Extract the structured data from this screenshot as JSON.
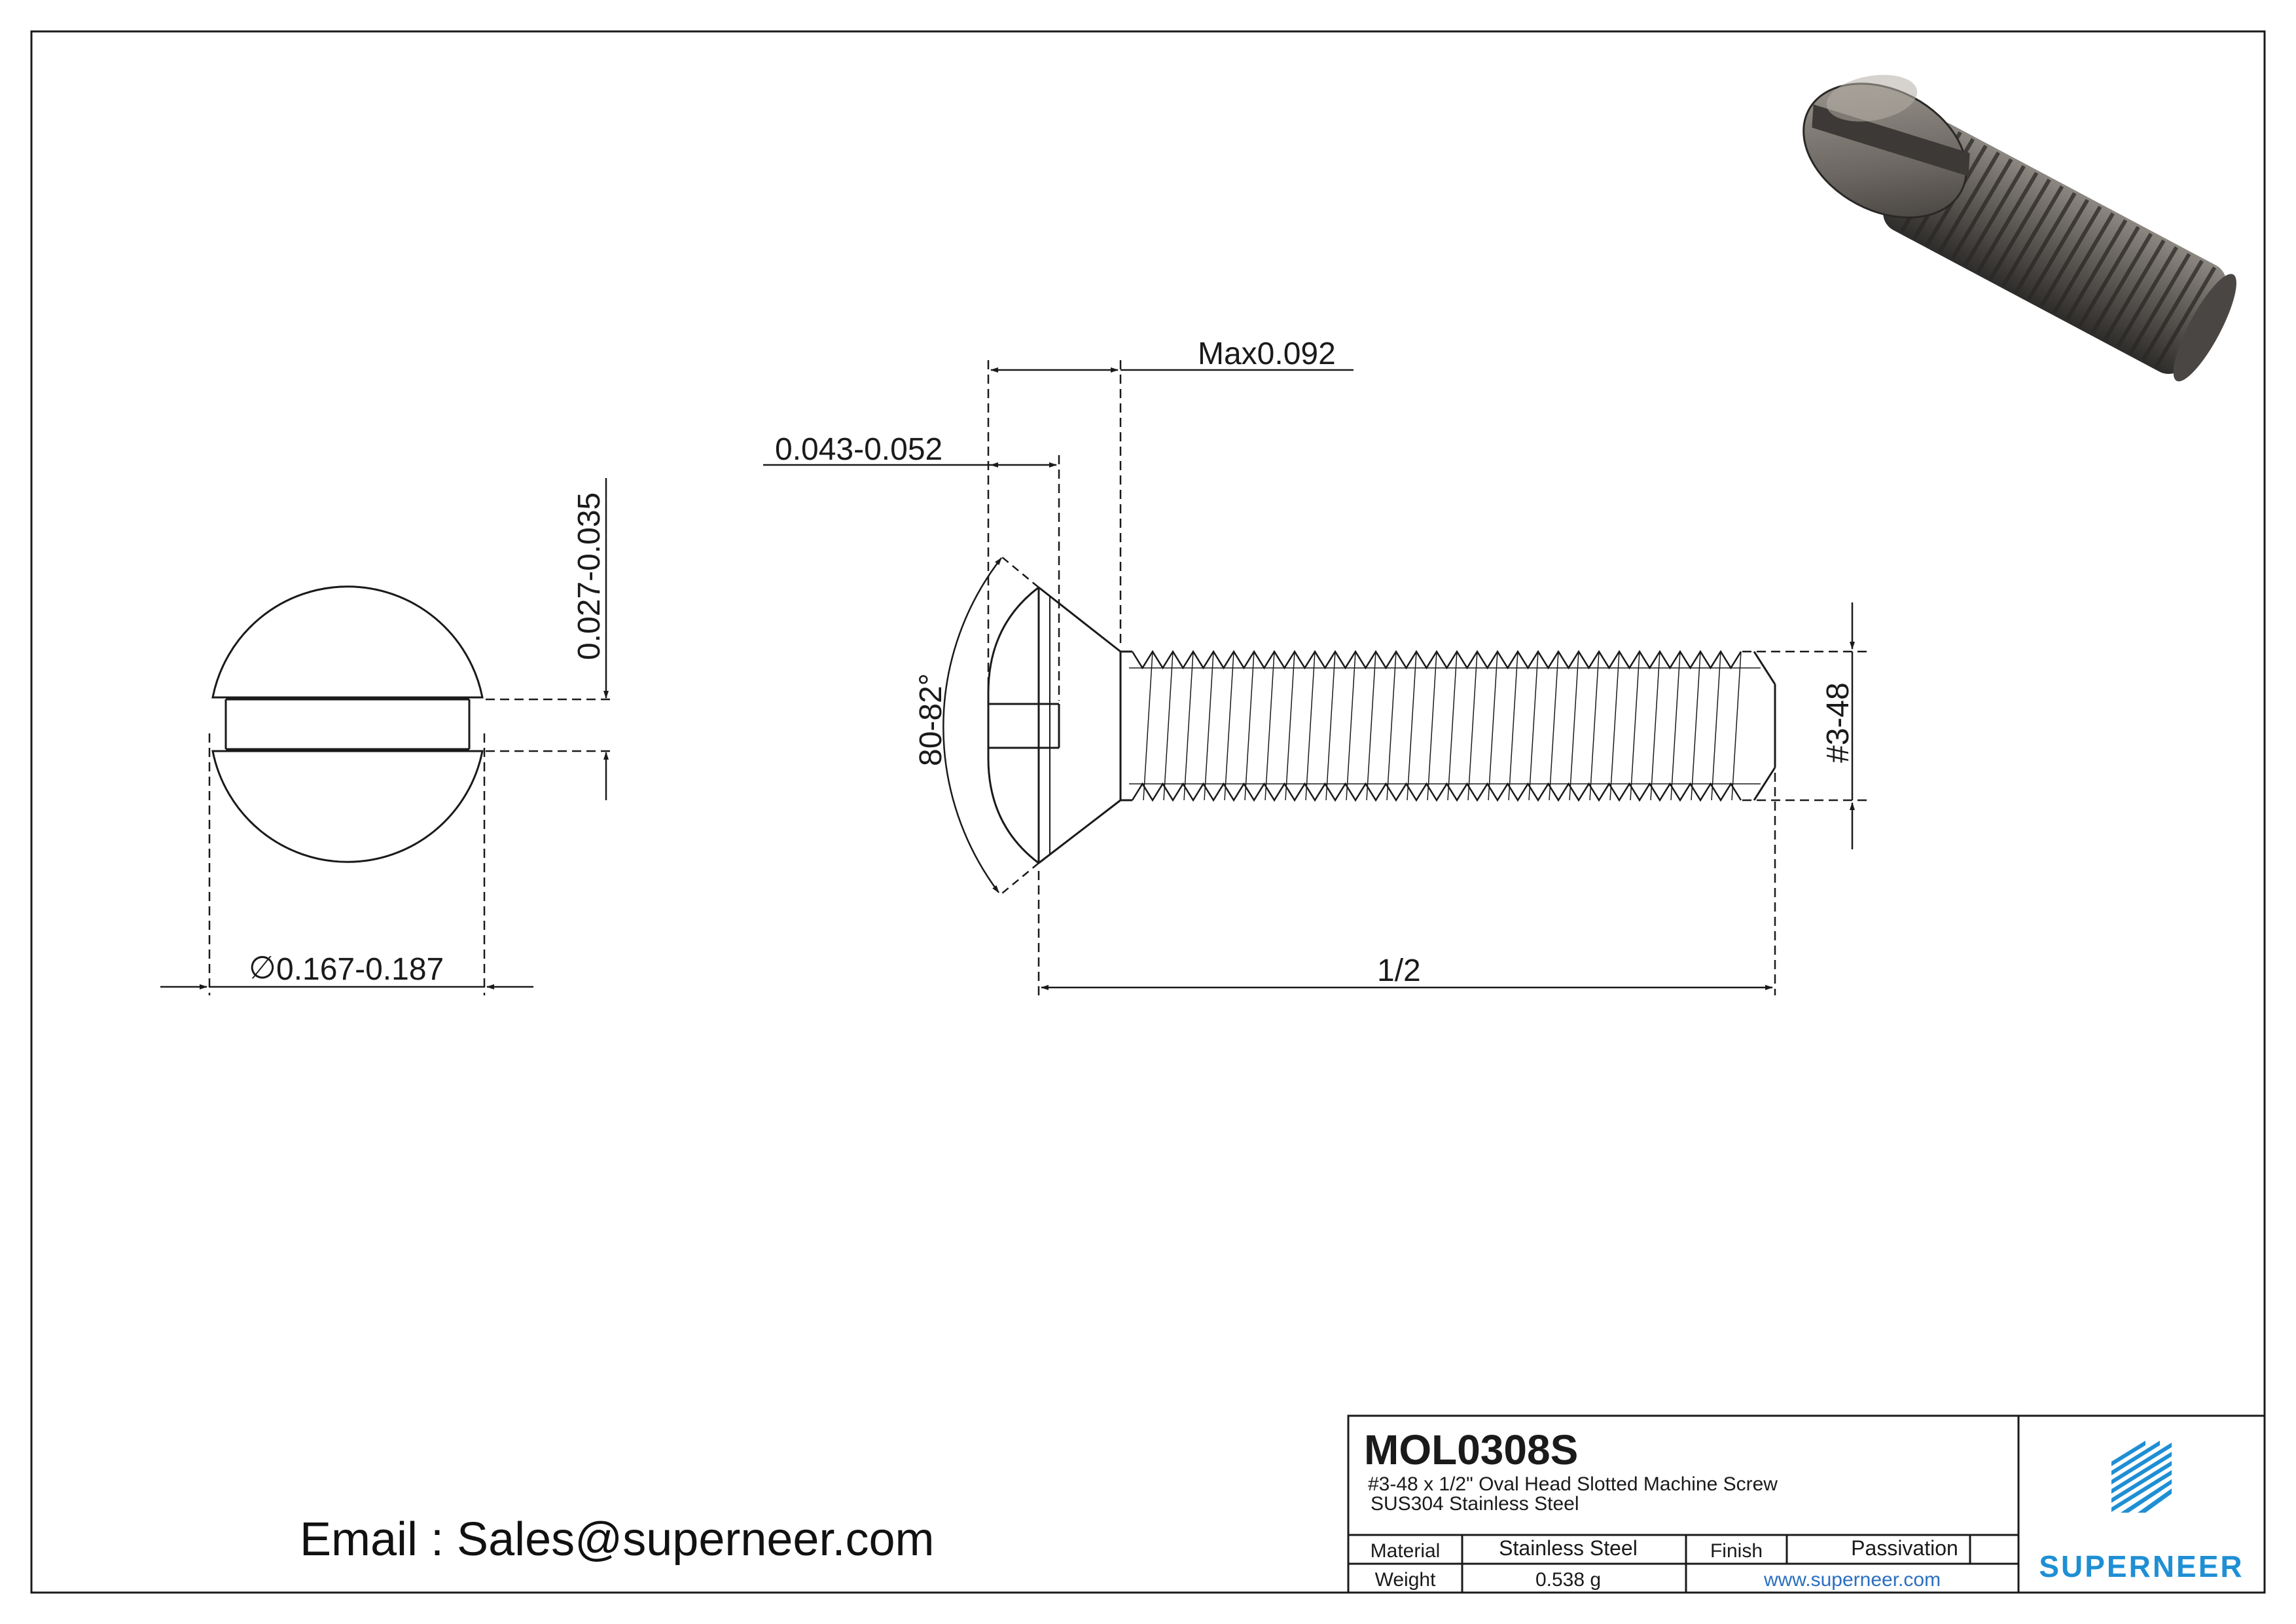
{
  "drawing": {
    "part_number": "MOL0308S",
    "description": "#3-48 x 1/2\" Oval Head Slotted Machine Screw",
    "material_line": "SUS304 Stainless Steel",
    "dimensions": {
      "slot_width": "0.027-0.035",
      "head_diameter": "0.167-0.187",
      "diameter_symbol": "∅",
      "max_head_height": "Max0.092",
      "slot_depth": "0.043-0.052",
      "head_angle": "80-82°",
      "thread": "#3-48",
      "length": "1/2"
    }
  },
  "title_block": {
    "material_label": "Material",
    "material_value": "Stainless Steel",
    "finish_label": "Finish",
    "finish_value": "Passivation",
    "weight_label": "Weight",
    "weight_value": "0.538 g",
    "website": "www.superneer.com",
    "brand": "SUPERNEER"
  },
  "contact": {
    "email_text": "Email : Sales@superneer.com"
  },
  "colors": {
    "line": "#1a1a1a",
    "brand_blue": "#1f8fd4",
    "link_blue": "#2a6fbf",
    "screw_metal": "#6e6a66"
  }
}
